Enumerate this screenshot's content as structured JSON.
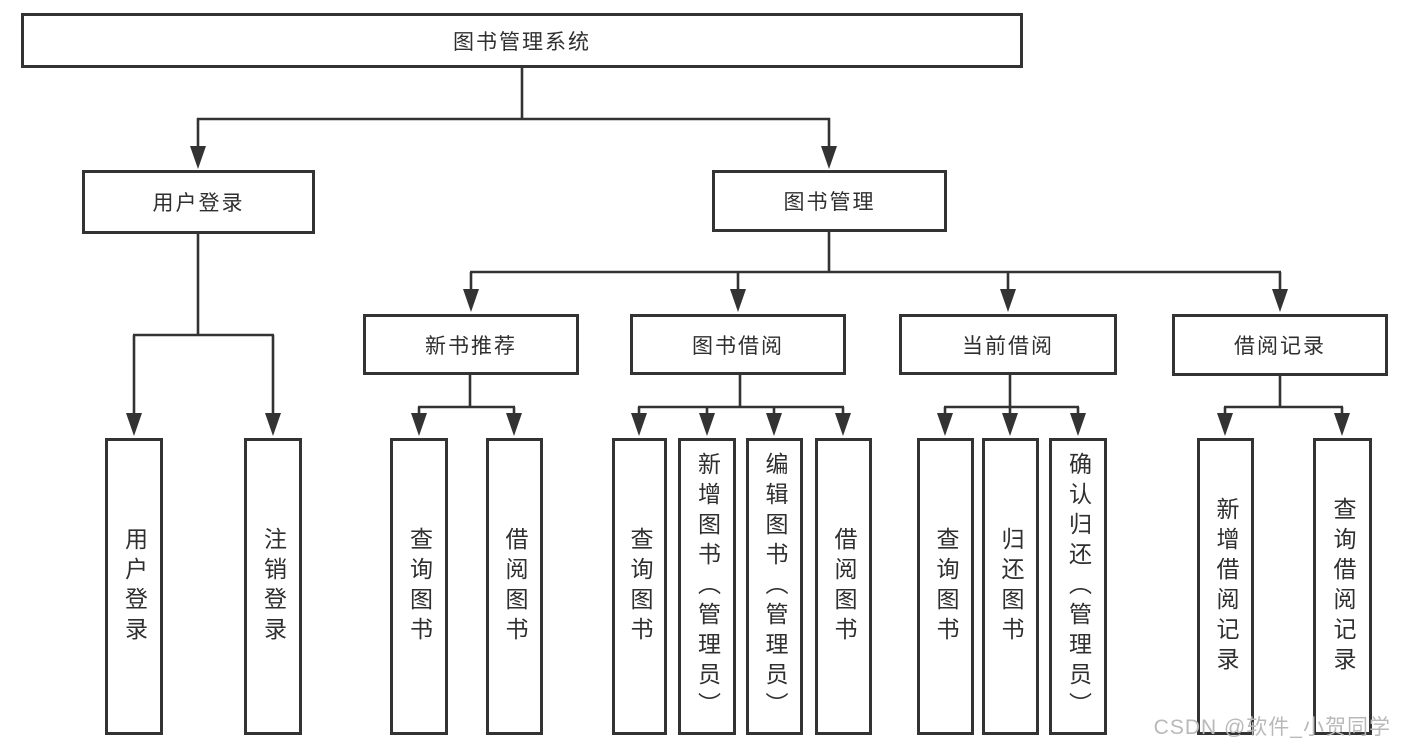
{
  "colors": {
    "line": "#333333",
    "text": "#2f2f2f",
    "watermark": "#b9b9b9",
    "bg": "#ffffff"
  },
  "root": {
    "label": "图书管理系统"
  },
  "branches": [
    {
      "label": "用户登录",
      "leaves": [
        {
          "label": "用户登录"
        },
        {
          "label": "注销登录"
        }
      ]
    },
    {
      "label": "图书管理",
      "groups": [
        {
          "label": "新书推荐",
          "leaves": [
            {
              "label": "查询图书"
            },
            {
              "label": "借阅图书"
            }
          ]
        },
        {
          "label": "图书借阅",
          "leaves": [
            {
              "label": "查询图书"
            },
            {
              "label": "新增图书（管理员）"
            },
            {
              "label": "编辑图书（管理员）"
            },
            {
              "label": "借阅图书"
            }
          ]
        },
        {
          "label": "当前借阅",
          "leaves": [
            {
              "label": "查询图书"
            },
            {
              "label": "归还图书"
            },
            {
              "label": "确认归还（管理员）"
            }
          ]
        },
        {
          "label": "借阅记录",
          "leaves": [
            {
              "label": "新增借阅记录"
            },
            {
              "label": "查询借阅记录"
            }
          ]
        }
      ]
    }
  ],
  "watermark": "CSDN @软件_小贺同学"
}
